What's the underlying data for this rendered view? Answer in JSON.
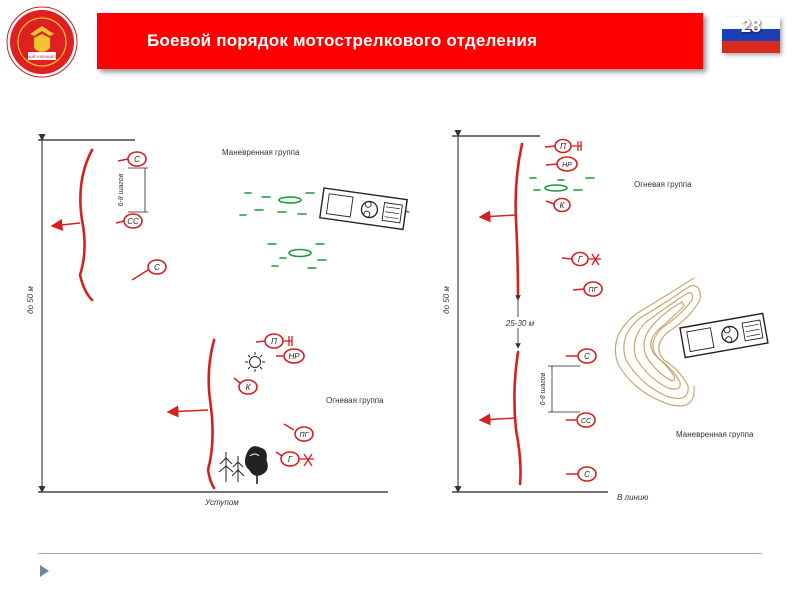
{
  "header": {
    "title": "Боевой порядок мотострелкового отделения",
    "page_number": "28",
    "logo_text": "ВОЕННЫЙ УЧЕБНЫЙ ЦЕНТР"
  },
  "colors": {
    "title_bar": "#ff0000",
    "marker": "#d62020",
    "trench": "#d62020",
    "cover": "#1a9a3a",
    "terrain": "#c8a870"
  },
  "left_diagram": {
    "distance_label": "до 50 м",
    "step_label": "6-8 шагов",
    "maneuver_group": "Маневренная группа",
    "fire_group": "Огневая группа",
    "caption": "Уступом",
    "markers": [
      "С",
      "СС",
      "С",
      "П",
      "НР",
      "К",
      "ПГ",
      "Г"
    ]
  },
  "right_diagram": {
    "distance_label": "до 50 м",
    "gap_label": "25-30 м",
    "step_label": "6-8 шагов",
    "fire_group": "Огневая группа",
    "maneuver_group": "Маневренная группа",
    "caption": "В линию",
    "markers": [
      "П",
      "НР",
      "К",
      "Г",
      "ПГ",
      "С",
      "СС",
      "С"
    ]
  },
  "nav": {
    "icon": "play-triangle-icon"
  }
}
